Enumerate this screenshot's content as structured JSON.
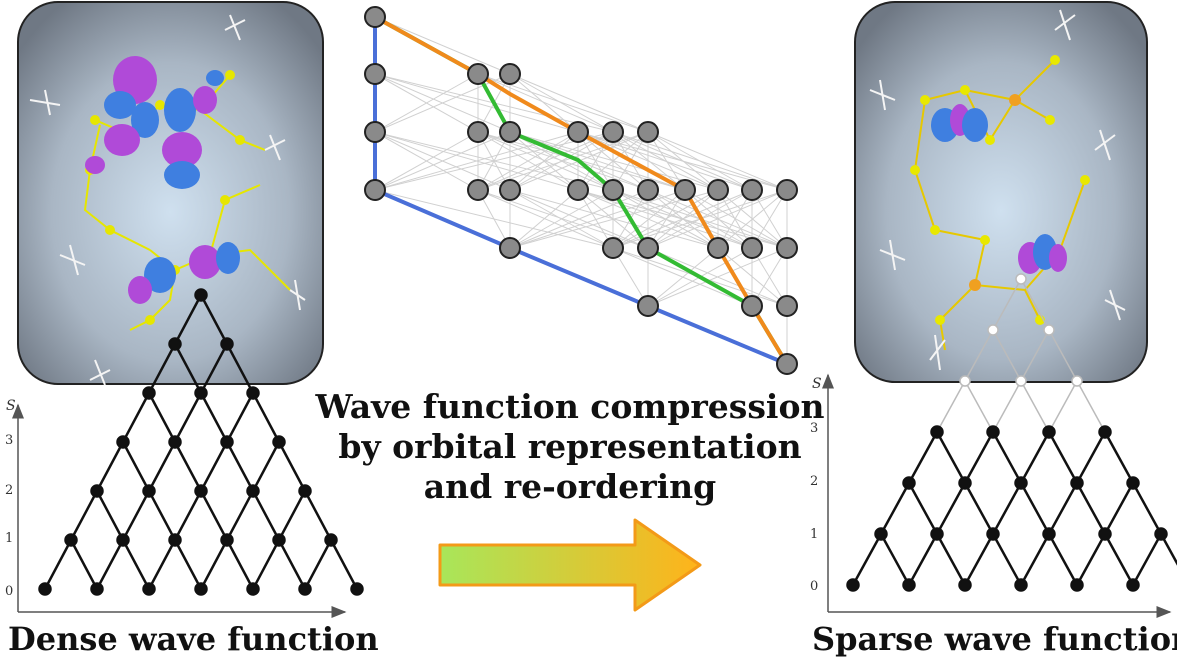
{
  "center_caption": {
    "line1": "Wave function compression",
    "line2": "by orbital representation",
    "line3": "and re-ordering"
  },
  "left_panel": {
    "title": "Dense wave function",
    "axis_label": "S",
    "ticks": [
      "0",
      "1",
      "2",
      "3"
    ]
  },
  "right_panel": {
    "title": "Sparse wave function",
    "axis_label": "S",
    "ticks": [
      "0",
      "1",
      "2",
      "3"
    ]
  },
  "colors": {
    "path_blue": "#4a6fd8",
    "path_green": "#33bb33",
    "path_orange": "#f08a1c",
    "node_fill": "#8a8a8a",
    "orbital_purple": "#b04ad8",
    "orbital_blue": "#3f7fe0",
    "arrow_start": "#a8e65a",
    "arrow_end": "#ffb31a"
  },
  "icons": [
    "molecule-dense-orbitals-icon",
    "molecule-sparse-orbitals-icon",
    "compression-arrow-icon"
  ]
}
